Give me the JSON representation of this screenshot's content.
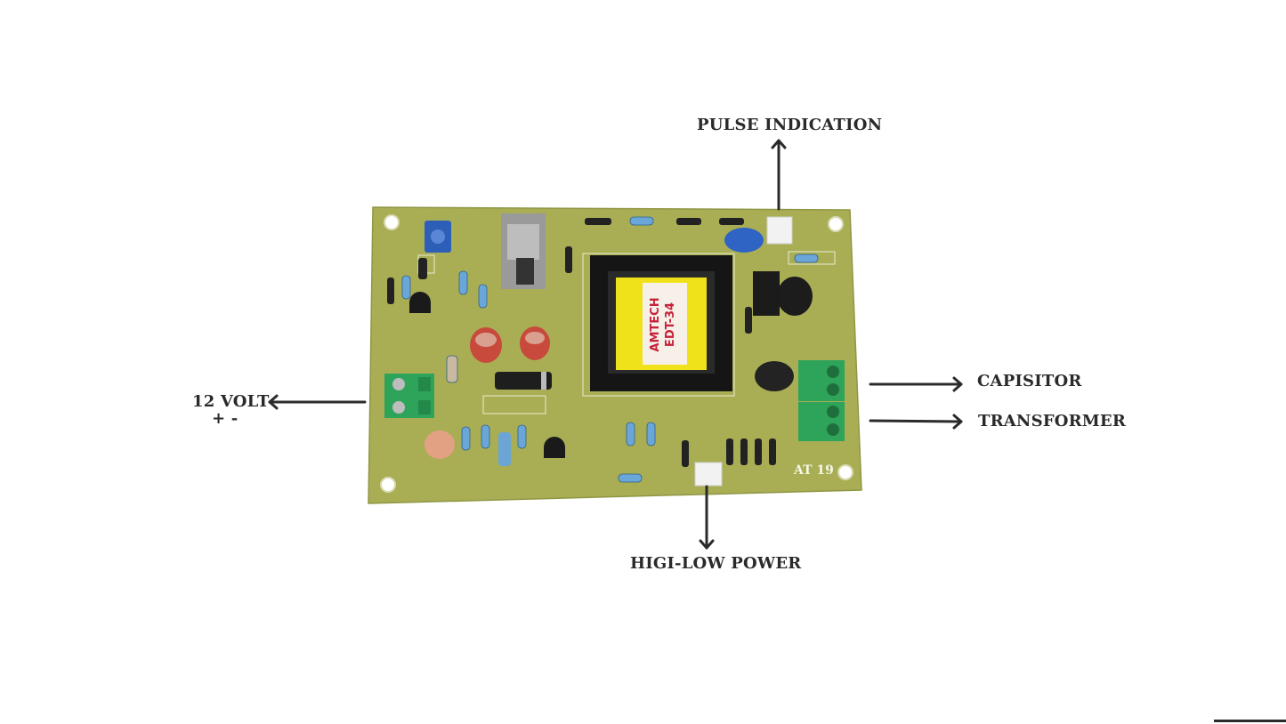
{
  "labels": {
    "pulse_indication": "PULSE INDICATION",
    "volt": "12 VOLT",
    "polarity": "+ -",
    "capisitor": "CAPISITOR",
    "transformer": "TRANSFORMER",
    "higi_low_power": "HIGI-LOW POWER"
  },
  "board": {
    "transformer_brand": "AMTECH",
    "transformer_model": "EDT-34",
    "board_marking": "AT 19",
    "pcb_color": "#a6ad52",
    "terminal_color": "#2ea35a",
    "transformer_tape_color": "#f0e21a"
  }
}
